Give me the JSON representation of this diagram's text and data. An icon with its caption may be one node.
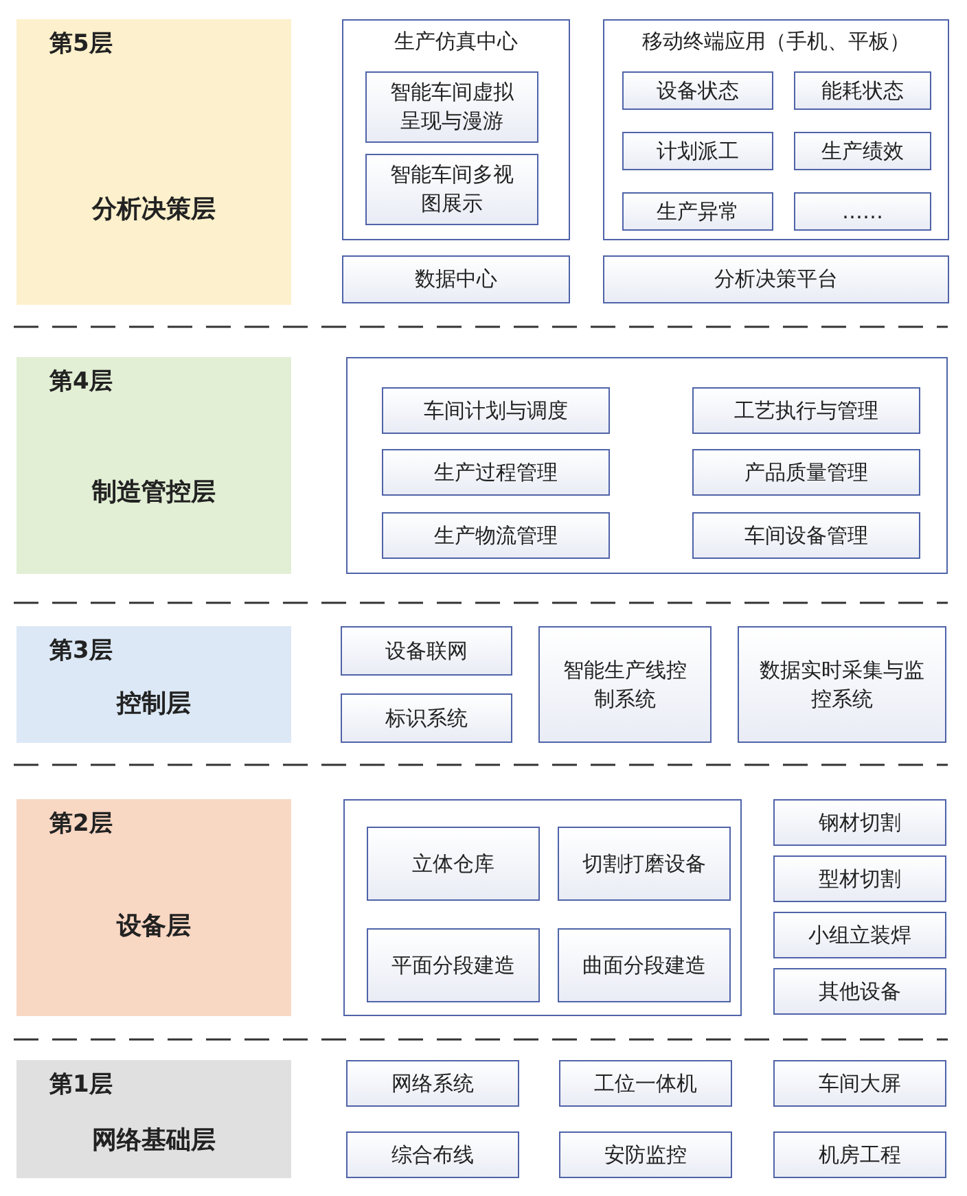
{
  "diagram": {
    "nodes": [
      {
        "text": [
          "第5层",
          "分析决策层"
        ]
      },
      {
        "text": [
          "生产仿真中心"
        ]
      },
      {
        "text": [
          "智能车间虚拟呈现与漫游"
        ],
        "in": 1
      },
      {
        "text": [
          "智能车间多视图展示"
        ],
        "in": 1
      },
      {
        "text": [
          "移动终端应用（手机、平板）"
        ]
      },
      {
        "text": [
          "设备状态"
        ],
        "in": 4
      },
      {
        "text": [
          "能耗状态"
        ],
        "in": 4
      },
      {
        "text": [
          "计划派工"
        ],
        "in": 4
      },
      {
        "text": [
          "生产绩效"
        ],
        "in": 4
      },
      {
        "text": [
          "生产异常"
        ],
        "in": 4
      },
      {
        "text": [
          "……"
        ],
        "in": 4
      },
      {
        "text": [
          "数据中心"
        ]
      },
      {
        "text": [
          "分析决策平台"
        ]
      },
      {
        "text": [
          "第4层",
          "制造管控层"
        ]
      },
      {
        "text": [],
        "shape": "box"
      },
      {
        "text": [
          "车间计划与调度"
        ],
        "in": 14
      },
      {
        "text": [
          "工艺执行与管理"
        ],
        "in": 14
      },
      {
        "text": [
          "生产过程管理"
        ],
        "in": 14
      },
      {
        "text": [
          "产品质量管理"
        ],
        "in": 14
      },
      {
        "text": [
          "生产物流管理"
        ],
        "in": 14
      },
      {
        "text": [
          "车间设备管理"
        ],
        "in": 14
      },
      {
        "text": [
          "第3层",
          "控制层"
        ]
      },
      {
        "text": [
          "设备联网"
        ]
      },
      {
        "text": [
          "标识系统"
        ]
      },
      {
        "text": [
          "智能生产线控制系统"
        ]
      },
      {
        "text": [
          "数据实时采集与监控系统"
        ]
      },
      {
        "text": [
          "第2层",
          "设备层"
        ]
      },
      {
        "text": [],
        "shape": "box"
      },
      {
        "text": [
          "立体仓库"
        ],
        "in": 27
      },
      {
        "text": [
          "切割打磨设备"
        ],
        "in": 27
      },
      {
        "text": [
          "平面分段建造"
        ],
        "in": 27
      },
      {
        "text": [
          "曲面分段建造"
        ],
        "in": 27
      },
      {
        "text": [
          "钢材切割"
        ]
      },
      {
        "text": [
          "型材切割"
        ]
      },
      {
        "text": [
          "小组立装焊"
        ]
      },
      {
        "text": [
          "其他设备"
        ]
      },
      {
        "text": [
          "第1层",
          "网络基础层"
        ]
      },
      {
        "text": [
          "网络系统"
        ]
      },
      {
        "text": [
          "工位一体机"
        ]
      },
      {
        "text": [
          "车间大屏"
        ]
      },
      {
        "text": [
          "综合布线"
        ]
      },
      {
        "text": [
          "安防监控"
        ]
      },
      {
        "text": [
          "机房工程"
        ]
      }
    ]
  }
}
